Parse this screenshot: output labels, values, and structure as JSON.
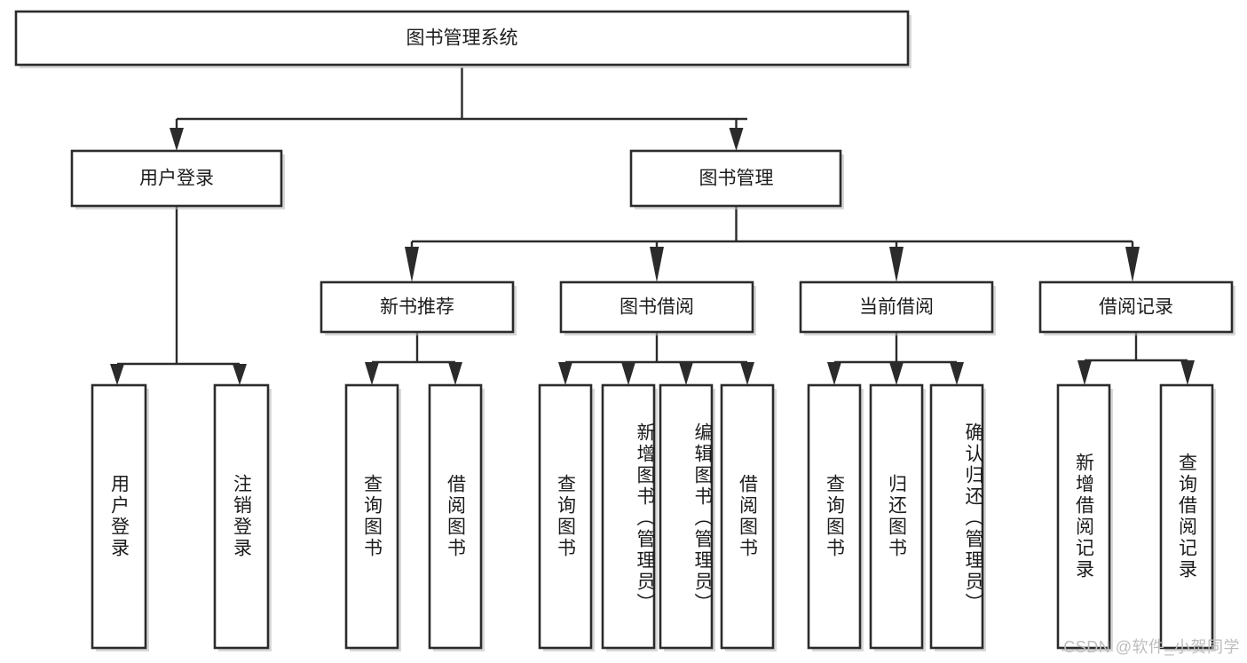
{
  "diagram": {
    "type": "tree-hierarchy",
    "title": "图书管理系统",
    "colors": {
      "box_stroke": "#2b2b2b",
      "box_fill": "#ffffff",
      "edge": "#2b2b2b",
      "text": "#1c1c1c",
      "watermark": "#bdbdbd",
      "background": "#ffffff"
    },
    "root": {
      "id": "root",
      "label": "图书管理系统"
    },
    "level2": [
      {
        "id": "user-login",
        "label": "用户登录"
      },
      {
        "id": "book-management",
        "label": "图书管理"
      }
    ],
    "level3": [
      {
        "id": "new-book-recommend",
        "label": "新书推荐",
        "parent": "book-management"
      },
      {
        "id": "book-borrow",
        "label": "图书借阅",
        "parent": "book-management"
      },
      {
        "id": "current-borrow",
        "label": "当前借阅",
        "parent": "book-management"
      },
      {
        "id": "borrow-record",
        "label": "借阅记录",
        "parent": "book-management"
      }
    ],
    "leaves": [
      {
        "id": "leaf-user-login",
        "label": "用户登录",
        "parent": "user-login"
      },
      {
        "id": "leaf-user-logout",
        "label": "注销登录",
        "parent": "user-login"
      },
      {
        "id": "leaf-query-book-1",
        "label": "查询图书",
        "parent": "new-book-recommend"
      },
      {
        "id": "leaf-borrow-book-1",
        "label": "借阅图书",
        "parent": "new-book-recommend"
      },
      {
        "id": "leaf-query-book-2",
        "label": "查询图书",
        "parent": "book-borrow"
      },
      {
        "id": "leaf-add-book",
        "label": "新增图书（管理员）",
        "parent": "book-borrow"
      },
      {
        "id": "leaf-edit-book",
        "label": "编辑图书（管理员）",
        "parent": "book-borrow"
      },
      {
        "id": "leaf-borrow-book-2",
        "label": "借阅图书",
        "parent": "book-borrow"
      },
      {
        "id": "leaf-query-book-3",
        "label": "查询图书",
        "parent": "current-borrow"
      },
      {
        "id": "leaf-return-book",
        "label": "归还图书",
        "parent": "current-borrow"
      },
      {
        "id": "leaf-confirm-return",
        "label": "确认归还（管理员）",
        "parent": "current-borrow"
      },
      {
        "id": "leaf-add-record",
        "label": "新增借阅记录",
        "parent": "borrow-record"
      },
      {
        "id": "leaf-query-record",
        "label": "查询借阅记录",
        "parent": "borrow-record"
      }
    ]
  },
  "watermark": {
    "text": "CSDN @软件_小贺同学"
  }
}
